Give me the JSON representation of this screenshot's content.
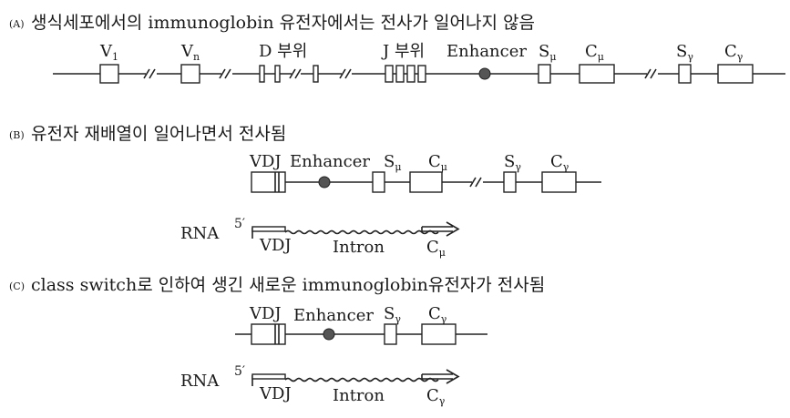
{
  "panel_a": {
    "tag": "(A)",
    "title": "생식세포에서의  immunoglobin 유전자에서는 전사가 일어나지 않음",
    "labels": {
      "v1": "V",
      "v1_sub": "1",
      "vn": "V",
      "vn_sub": "n",
      "d": "D 부위",
      "j": "J 부위",
      "enhancer": "Enhancer",
      "smu": "S",
      "smu_sub": "μ",
      "cmu": "C",
      "cmu_sub": "μ",
      "sg": "S",
      "sg_sub": "γ",
      "cg": "C",
      "cg_sub": "γ"
    }
  },
  "panel_b": {
    "tag": "(B)",
    "title": "유전자 재배열이 일어나면서 전사됨",
    "labels": {
      "vdj": "VDJ",
      "enhancer": "Enhancer",
      "smu": "S",
      "smu_sub": "μ",
      "cmu": "C",
      "cmu_sub": "μ",
      "sg": "S",
      "sg_sub": "γ",
      "cg": "C",
      "cg_sub": "γ"
    },
    "rna": {
      "label": "RNA",
      "five_prime": "5′",
      "vdj": "VDJ",
      "intron": "Intron",
      "c": "C",
      "c_sub": "μ"
    }
  },
  "panel_c": {
    "tag": "(C)",
    "title": "class switch로 인하여 생긴 새로운 immunoglobin유전자가 전사됨",
    "labels": {
      "vdj": "VDJ",
      "enhancer": "Enhancer",
      "sg": "S",
      "sg_sub": "γ",
      "cg": "C",
      "cg_sub": "γ"
    },
    "rna": {
      "label": "RNA",
      "five_prime": "5′",
      "vdj": "VDJ",
      "intron": "Intron",
      "c": "C",
      "c_sub": "γ"
    }
  },
  "colors": {
    "enhancer": "#555555",
    "line": "#222222"
  }
}
